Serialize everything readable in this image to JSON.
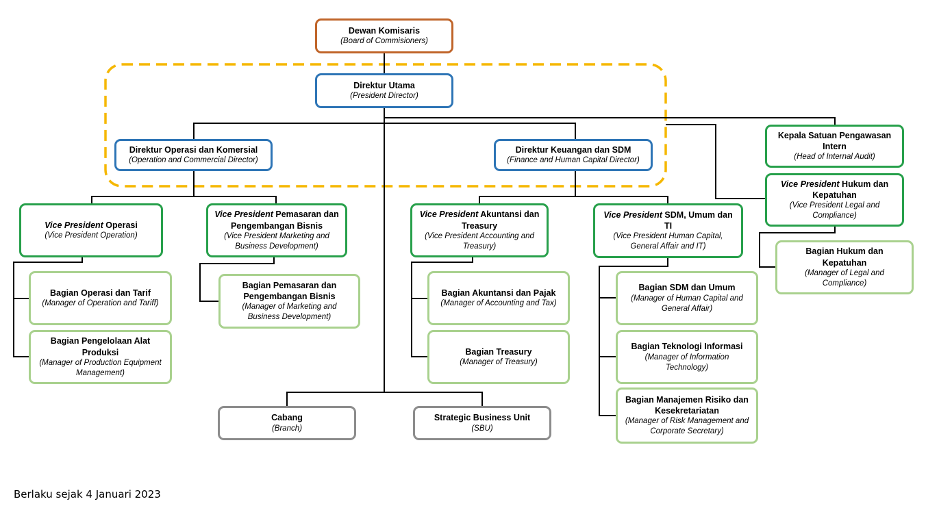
{
  "boards": {
    "commissioners": {
      "title": "Dewan Komisaris",
      "subtitle": "(Board of Commisioners)"
    },
    "president": {
      "title": "Direktur Utama",
      "subtitle": "(President Director)"
    },
    "opsdir": {
      "title": "Direktur Operasi dan Komersial",
      "subtitle": "(Operation and Commercial Director)"
    },
    "findir": {
      "title": "Direktur Keuangan dan SDM",
      "subtitle": "(Finance and Human Capital Director)"
    }
  },
  "audit": {
    "title": "Kepala Satuan Pengawasan Intern",
    "subtitle": "(Head of Internal Audit)"
  },
  "vp_prefix": "Vice President",
  "vp": {
    "legal": {
      "title_rest": " Hukum dan Kepatuhan",
      "subtitle": "(Vice President Legal and Compliance)"
    },
    "operation": {
      "title_rest": " Operasi",
      "subtitle": "(Vice President Operation)"
    },
    "marketing": {
      "title_rest": " Pemasaran dan Pengembangan Bisnis",
      "subtitle": "(Vice President Marketing and Business Development)"
    },
    "accounting": {
      "title_rest": " Akuntansi dan Treasury",
      "subtitle": "(Vice President Accounting and Treasury)"
    },
    "hc": {
      "title_rest": " SDM, Umum dan TI",
      "subtitle": "(Vice President Human Capital, General Affair and IT)"
    }
  },
  "units": {
    "legal": {
      "title": "Bagian Hukum dan Kepatuhan",
      "subtitle": "(Manager of Legal and Compliance)"
    },
    "ops_tariff": {
      "title": "Bagian Operasi dan Tarif",
      "subtitle": "(Manager of Operation and Tariff)"
    },
    "production": {
      "title": "Bagian Pengelolaan Alat Produksi",
      "subtitle": "(Manager of Production Equipment Management)"
    },
    "marketing": {
      "title": "Bagian Pemasaran dan Pengembangan Bisnis",
      "subtitle": "(Manager of Marketing and Business Development)"
    },
    "accounting": {
      "title": "Bagian Akuntansi dan Pajak",
      "subtitle": "(Manager of Accounting and Tax)"
    },
    "treasury": {
      "title": "Bagian Treasury",
      "subtitle": "(Manager of Treasury)"
    },
    "hc": {
      "title": "Bagian SDM dan Umum",
      "subtitle": "(Manager of Human Capital and General Affair)"
    },
    "it": {
      "title": "Bagian Teknologi Informasi",
      "subtitle": "(Manager of Information Technology)"
    },
    "risk": {
      "title": "Bagian Manajemen Risiko dan Kesekretariatan",
      "subtitle": "(Manager of Risk Management and Corporate Secretary)"
    }
  },
  "others": {
    "branch": {
      "title": "Cabang",
      "subtitle": "(Branch)"
    },
    "sbu": {
      "title": "Strategic Business Unit",
      "subtitle": "(SBU)"
    }
  },
  "footer": "Berlaku sejak 4 Januari 2023",
  "colors": {
    "commissioners": "#C0652A",
    "directors": "#2E75B6",
    "vice_presidents": "#27A04B",
    "units": "#A9D18E",
    "other_units": "#8C8C8C",
    "board_of_directors_frame": "#F5B700"
  }
}
